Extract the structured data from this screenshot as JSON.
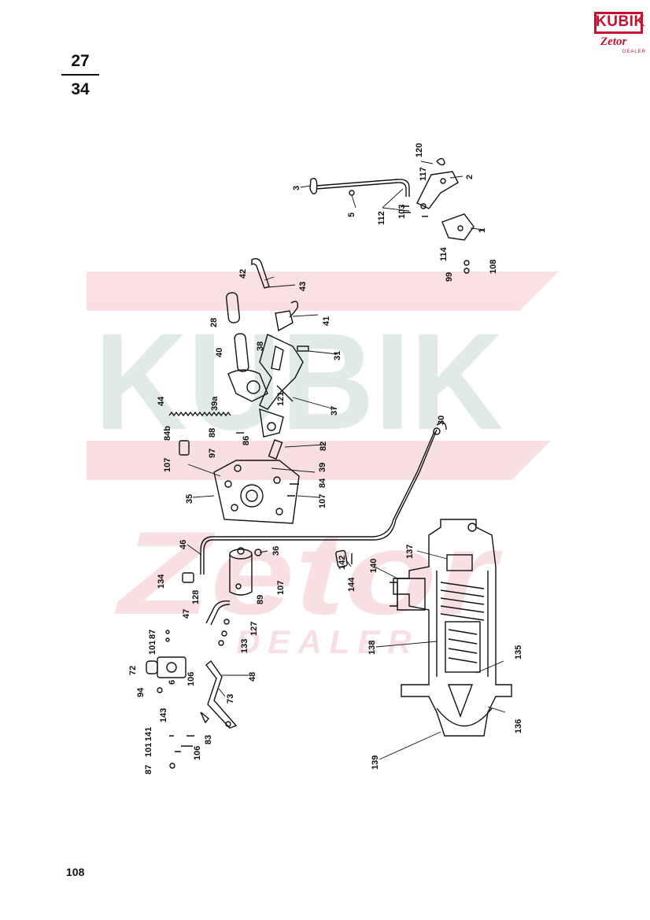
{
  "page_fraction": {
    "numerator": "27",
    "denominator": "34"
  },
  "page_number": "108",
  "logo": {
    "brand": "KUBIK",
    "sub": "Zetor",
    "tag": "DEALER"
  },
  "watermark": {
    "brand": "KUBIK",
    "sub": "Zetor",
    "tag": "DEALER"
  },
  "part_labels": {
    "p1": "1",
    "p2": "2",
    "p3": "3",
    "p5": "5",
    "p28": "28",
    "p30": "30",
    "p31": "31",
    "p35": "35",
    "p36": "36",
    "p37": "37",
    "p38": "38",
    "p39a": "39a",
    "p39": "39",
    "p40": "40",
    "p41": "41",
    "p42": "42",
    "p43": "43",
    "p44": "44",
    "p46": "46",
    "p47": "47",
    "p48": "48",
    "p6": "6",
    "p72": "72",
    "p73": "73",
    "p82": "82",
    "p83": "83",
    "p84": "84",
    "p84b": "84b",
    "p86": "86",
    "p87a": "87",
    "p87b": "87",
    "p88": "88",
    "p89": "89",
    "p94": "94",
    "p97": "97",
    "p99": "99",
    "p101a": "101",
    "p101b": "101",
    "p103": "103",
    "p106a": "106",
    "p106b": "106",
    "p107a": "107",
    "p107b": "107",
    "p107c": "107",
    "p108": "108",
    "p112": "112",
    "p114": "114",
    "p117": "117",
    "p120": "120",
    "p121": "121",
    "p127": "127",
    "p128": "128",
    "p133": "133",
    "p134": "134",
    "p135": "135",
    "p136": "136",
    "p137": "137",
    "p138": "138",
    "p139": "139",
    "p140": "140",
    "p141": "141",
    "p142": "142",
    "p143": "143",
    "p144": "144"
  }
}
